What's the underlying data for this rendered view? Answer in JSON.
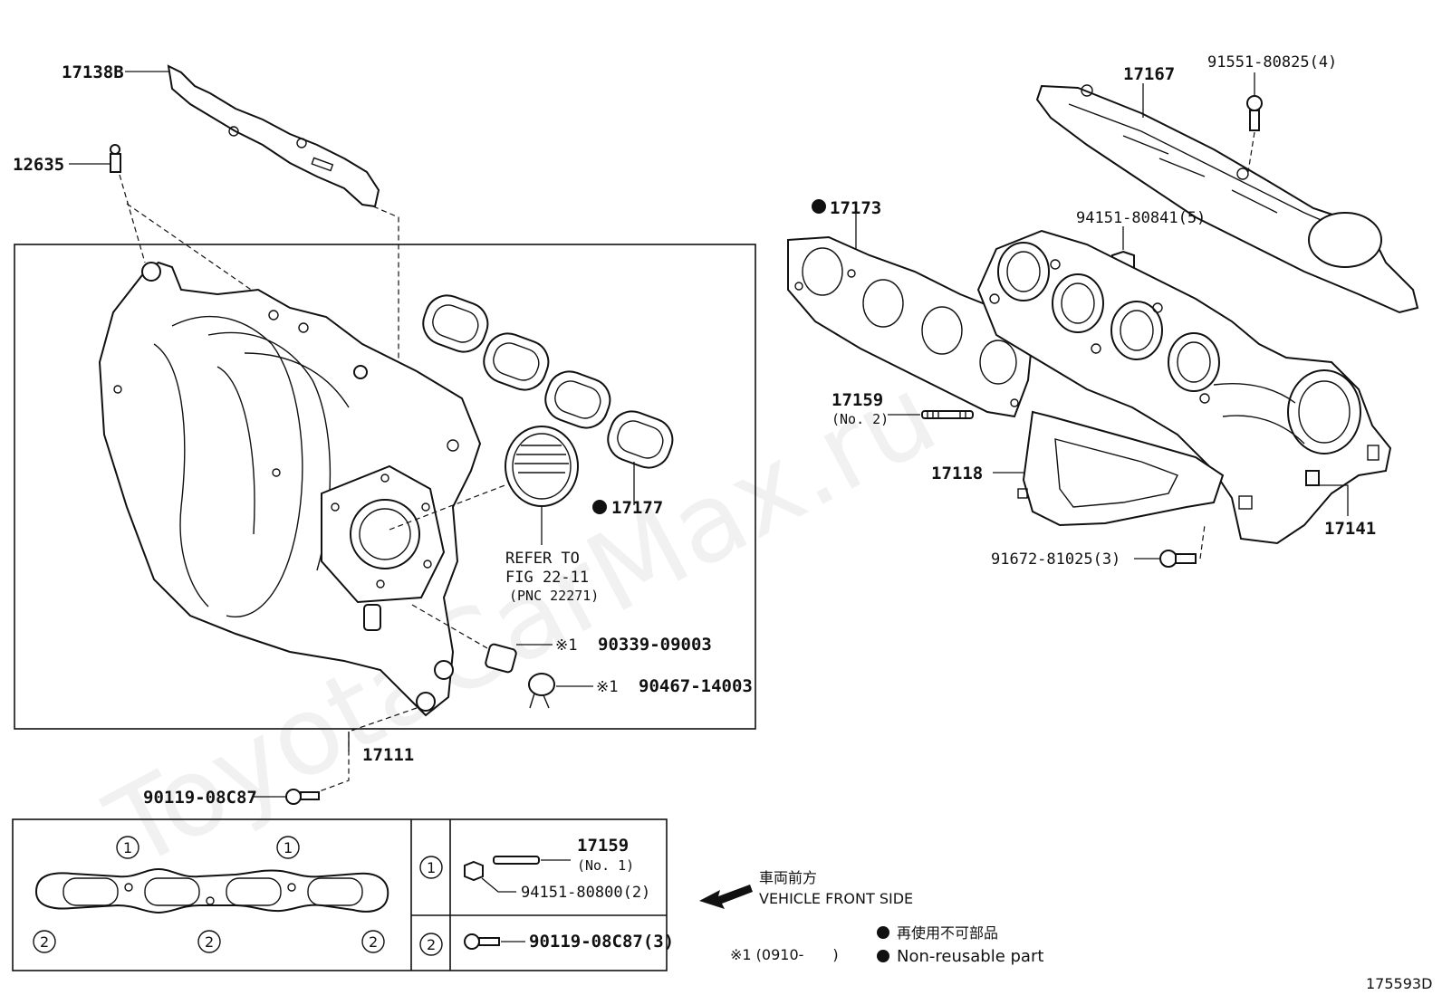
{
  "labels": {
    "p17138B": "17138B",
    "p12635": "12635",
    "p17167": "17167",
    "p91551": "91551-80825(4)",
    "p17173": "17173",
    "p94151a": "94151-80841(5)",
    "p17159": "17159",
    "p17159_no2": "(No. 2)",
    "p17118": "17118",
    "p17141": "17141",
    "p91672": "91672-81025(3)",
    "p17177": "17177",
    "refer1": "REFER TO",
    "refer2": "FIG 22-11",
    "refer3": "(PNC 22271)",
    "p90339": "90339-09003",
    "p90467": "90467-14003",
    "mark1": "※1",
    "p17111": "17111",
    "p90119": "90119-08C87",
    "legend_17159": "17159",
    "legend_no1": "(No. 1)",
    "legend_94151": "94151-80800(2)",
    "legend_90119": "90119-08C87(3)",
    "circle1": "1",
    "circle2": "2",
    "front_jp": "車両前方",
    "front_en": "VEHICLE FRONT SIDE",
    "nonreuse_jp": "再使用不可部品",
    "nonreuse_en": "Non-reusable part",
    "note": "※1 (0910-　　)",
    "diagram_id": "175593D"
  },
  "watermark": "ToyotaCarMax.ru",
  "colors": {
    "ink": "#111111",
    "paper": "#ffffff",
    "watermark": "#d8d8d8"
  }
}
